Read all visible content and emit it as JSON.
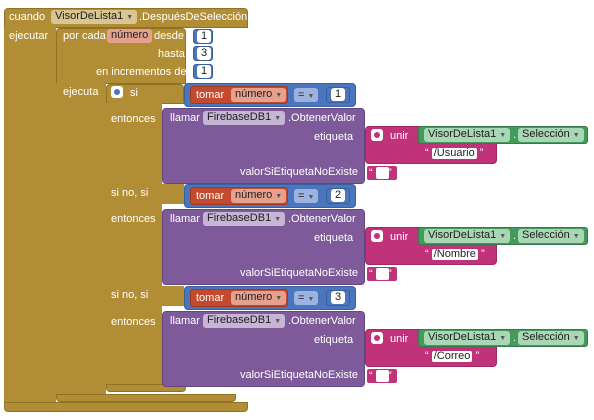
{
  "event": {
    "when_label": "cuando",
    "component": "VisorDeLista1",
    "event_name": ".DespuésDeSelección",
    "do_label": "ejecutar"
  },
  "loop": {
    "for_each_label": "por cada",
    "variable": "número",
    "from_label": "desde",
    "from_value": "1",
    "to_label": "hasta",
    "to_value": "3",
    "by_label": "en incrementos de",
    "by_value": "1",
    "do_label": "ejecuta"
  },
  "if_block": {
    "if_label": "si",
    "elseif_label": "si no, si",
    "then_label": "entonces"
  },
  "branches": [
    {
      "get_label": "tomar",
      "get_var": "número",
      "op": "=",
      "compare_value": "1",
      "call_label": "llamar",
      "call_component": "FirebaseDB1",
      "call_method": ".ObtenerValor",
      "tag_label": "etiqueta",
      "join_label": "unir",
      "join_component": "VisorDeLista1",
      "join_prop": "Selección",
      "join_string": "/Usuario",
      "default_label": "valorSiEtiquetaNoExiste"
    },
    {
      "get_label": "tomar",
      "get_var": "número",
      "op": "=",
      "compare_value": "2",
      "call_label": "llamar",
      "call_component": "FirebaseDB1",
      "call_method": ".ObtenerValor",
      "tag_label": "etiqueta",
      "join_label": "unir",
      "join_component": "VisorDeLista1",
      "join_prop": "Selección",
      "join_string": "/Nombre",
      "default_label": "valorSiEtiquetaNoExiste"
    },
    {
      "get_label": "tomar",
      "get_var": "número",
      "op": "=",
      "compare_value": "3",
      "call_label": "llamar",
      "call_component": "FirebaseDB1",
      "call_method": ".ObtenerValor",
      "tag_label": "etiqueta",
      "join_label": "unir",
      "join_component": "VisorDeLista1",
      "join_prop": "Selección",
      "join_string": "/Correo",
      "default_label": "valorSiEtiquetaNoExiste"
    }
  ],
  "colors": {
    "event": "#b18e35",
    "control": "#b18e35",
    "variable": "#c34a2f",
    "math": "#4b76bd",
    "component_method": "#7e5a9b",
    "text": "#c0337a",
    "component_property": "#439a5b"
  }
}
